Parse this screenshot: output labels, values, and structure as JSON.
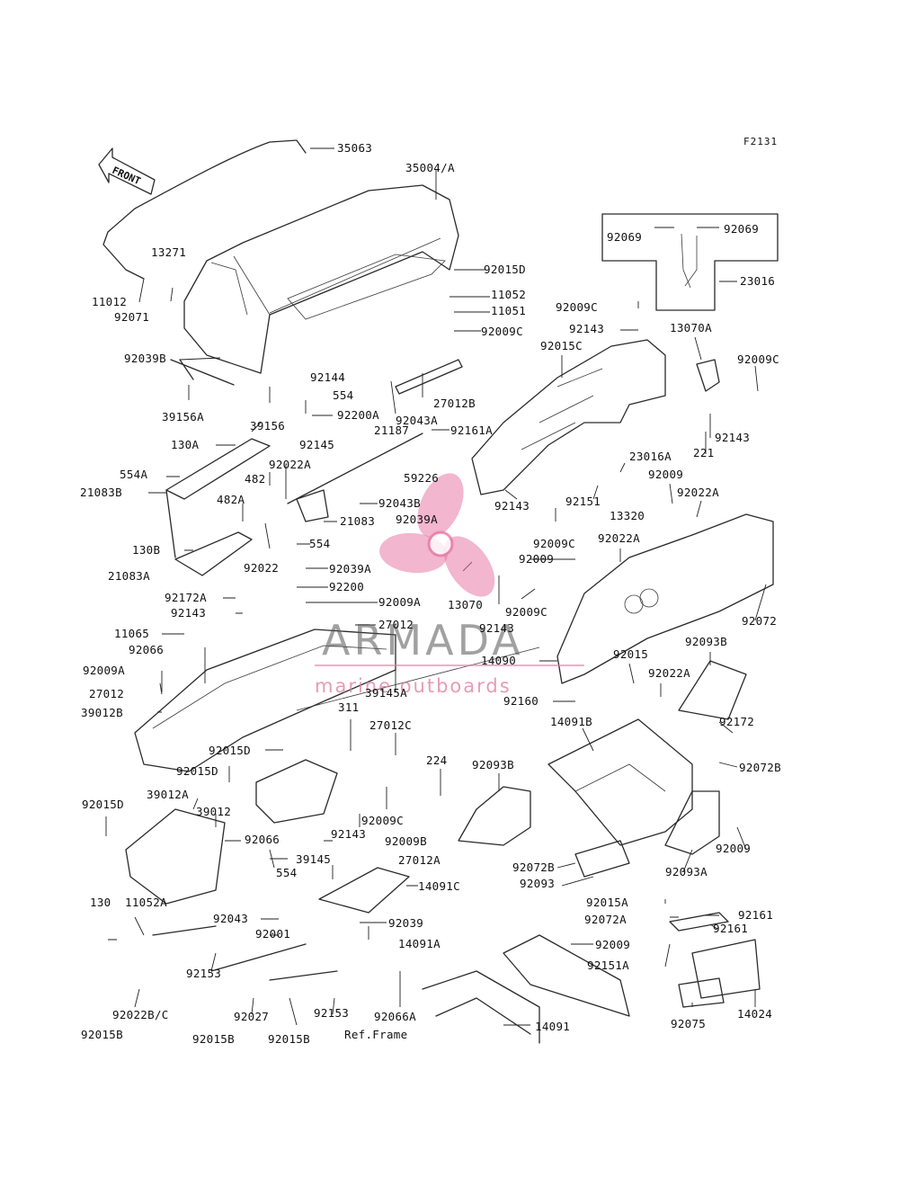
{
  "figure_code": "F2131",
  "front_label": "FRONT",
  "reference_note": "Ref.Frame",
  "watermark": {
    "brand": "ARMADA",
    "tagline": "marine outboards",
    "accent": "#e87aa5"
  },
  "labels": [
    "35063",
    "35004/A",
    "11012",
    "92071",
    "13271",
    "92015D",
    "11052",
    "11051",
    "92009C",
    "92039B",
    "39156A",
    "39156",
    "92144",
    "554",
    "92200A",
    "27012B",
    "92043A",
    "92161A",
    "130A",
    "92145",
    "21187",
    "554A",
    "21083B",
    "482",
    "92022A",
    "482A",
    "92043B",
    "21083",
    "554",
    "130B",
    "92022",
    "92039A",
    "21083A",
    "92200",
    "92009A",
    "92172A",
    "92143",
    "27012",
    "11065",
    "92066",
    "92009A",
    "27012",
    "39012B",
    "39145A",
    "92015D",
    "92015D",
    "311",
    "27012C",
    "224",
    "92015D",
    "39012A",
    "39012",
    "92066",
    "92143",
    "92009C",
    "92009B",
    "39145",
    "27012A",
    "554",
    "92043",
    "14091C",
    "92001",
    "92039",
    "14091A",
    "130",
    "11052A",
    "92153",
    "92022B/C",
    "92015B",
    "92027",
    "92015B",
    "92015B",
    "92153",
    "92066A",
    "14091",
    "92069",
    "92069",
    "23016",
    "92009C",
    "92143",
    "92015C",
    "13070A",
    "92009C",
    "92143",
    "221",
    "23016A",
    "59226",
    "92009",
    "92022A",
    "92143",
    "92151",
    "13320",
    "92009C",
    "92022A",
    "92039A",
    "92009",
    "13070",
    "92143",
    "92009C",
    "14090",
    "92072",
    "92015",
    "92022A",
    "92093B",
    "92160",
    "92172",
    "14091B",
    "92072B",
    "92093B",
    "92009",
    "92072B",
    "92093A",
    "92093",
    "92015A",
    "92161",
    "92072A",
    "92161",
    "92009",
    "92151A",
    "92075",
    "14024"
  ],
  "icons": [
    "front-arrow-icon",
    "propeller-icon"
  ]
}
